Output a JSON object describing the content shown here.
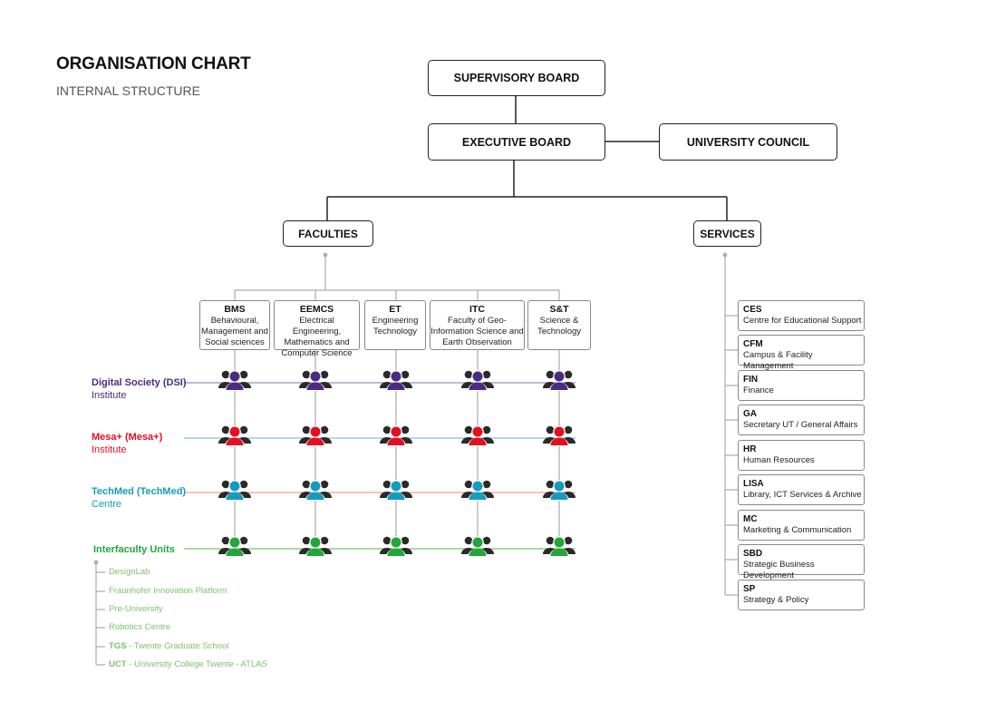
{
  "header": {
    "title": "ORGANISATION CHART",
    "subtitle": "INTERNAL STRUCTURE"
  },
  "boards": {
    "supervisory": "SUPERVISORY BOARD",
    "executive": "EXECUTIVE BOARD",
    "council": "UNIVERSITY COUNCIL"
  },
  "branches": {
    "faculties": "FACULTIES",
    "services": "SERVICES"
  },
  "faculties": [
    {
      "code": "BMS",
      "name": "Behavioural, Management and Social sciences"
    },
    {
      "code": "EEMCS",
      "name": "Electrical Engineering, Mathematics and Computer Science"
    },
    {
      "code": "ET",
      "name": "Engineering Technology"
    },
    {
      "code": "ITC",
      "name": "Faculty of Geo-Information Science and Earth Observation"
    },
    {
      "code": "S&T",
      "name": "Science & Technology"
    }
  ],
  "institutes": [
    {
      "name": "Digital Society (DSI)",
      "type": "Institute",
      "color": "#4b2a82"
    },
    {
      "name": "Mesa+ (Mesa+)",
      "type": "Institute",
      "color": "#e3101f"
    },
    {
      "name": "TechMed (TechMed)",
      "type": "Centre",
      "color": "#159bbf"
    },
    {
      "name": "Interfaculty Units",
      "type": "",
      "color": "#22a63a"
    }
  ],
  "institute_line_colors": [
    "#9b8fc0",
    "#7fc4e0",
    "#f0a088",
    "#7ac36a"
  ],
  "interfaculty_units": [
    {
      "code": "",
      "name": "DesignLab"
    },
    {
      "code": "",
      "name": "Fraunhofer Innovation Platform"
    },
    {
      "code": "",
      "name": "Pre-University"
    },
    {
      "code": "",
      "name": "Robotics Centre"
    },
    {
      "code": "TGS",
      "name": " - Twente Graduate School"
    },
    {
      "code": "UCT",
      "name": " - University College Twente - ATLAS"
    }
  ],
  "services": [
    {
      "code": "CES",
      "name": "Centre for Educational Support"
    },
    {
      "code": "CFM",
      "name": "Campus & Facility Management"
    },
    {
      "code": "FIN",
      "name": "Finance"
    },
    {
      "code": "GA",
      "name": "Secretary UT / General Affairs"
    },
    {
      "code": "HR",
      "name": "Human Resources"
    },
    {
      "code": "LISA",
      "name": "Library, ICT Services & Archive"
    },
    {
      "code": "MC",
      "name": "Marketing & Communication"
    },
    {
      "code": "SBD",
      "name": "Strategic Business Development"
    },
    {
      "code": "SP",
      "name": "Strategy & Policy"
    }
  ],
  "icons": {
    "people": "people-group-icon"
  }
}
